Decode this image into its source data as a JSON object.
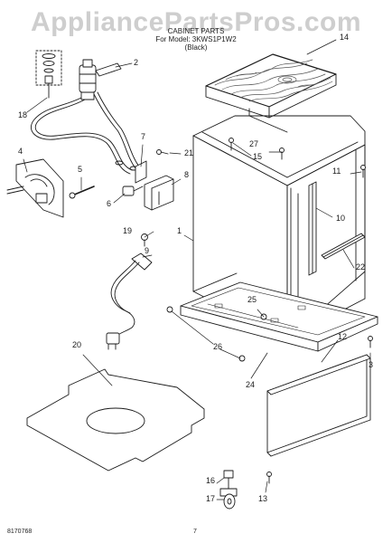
{
  "header": {
    "watermark": "AppliancePartsPros.com",
    "title": "CABINET PARTS",
    "model_line": "For Model: 3KWS1P1W2",
    "color_line": "(Black)"
  },
  "callouts": [
    "1",
    "2",
    "3",
    "4",
    "5",
    "6",
    "7",
    "8",
    "9",
    "10",
    "11",
    "12",
    "13",
    "14",
    "15",
    "16",
    "17",
    "18",
    "19",
    "20",
    "21",
    "22",
    "24",
    "25",
    "26",
    "27"
  ],
  "footer": {
    "doc_number": "8170768",
    "page_number": "7"
  },
  "colors": {
    "line": "#1a1a1a",
    "wood": "#555555",
    "watermark": "#a5a5a5"
  },
  "icons": [
    "wood-top-panel",
    "cabinet-shell",
    "water-valve",
    "drain-hose",
    "power-cord",
    "base-pan",
    "kick-plate",
    "foam-pad",
    "roller-wheel"
  ]
}
